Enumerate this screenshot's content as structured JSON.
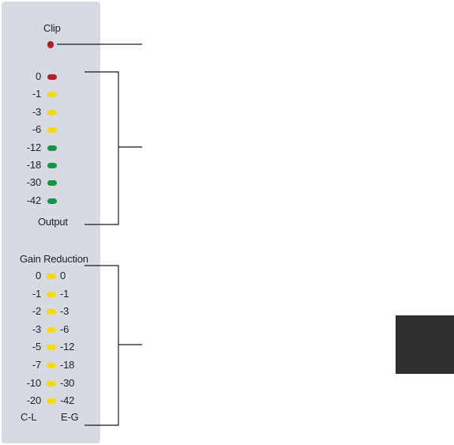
{
  "colors": {
    "panel": "#d6dbe3",
    "clip_red": "#b3202a",
    "amber": "#f7d90f",
    "green": "#159447",
    "line": "#1a1a1a",
    "tab": "#2f2f2f"
  },
  "clip": {
    "label": "Clip",
    "led": "red"
  },
  "output": {
    "label": "Output",
    "leds": [
      {
        "label": "0",
        "color": "red"
      },
      {
        "label": "-1",
        "color": "amber"
      },
      {
        "label": "-3",
        "color": "amber"
      },
      {
        "label": "-6",
        "color": "amber"
      },
      {
        "label": "-12",
        "color": "green"
      },
      {
        "label": "-18",
        "color": "green"
      },
      {
        "label": "-30",
        "color": "green"
      },
      {
        "label": "-42",
        "color": "green"
      }
    ]
  },
  "gain_reduction": {
    "label": "Gain  Reduction",
    "rows": [
      {
        "left": "0",
        "right": "0"
      },
      {
        "left": "-1",
        "right": "-1"
      },
      {
        "left": "-2",
        "right": "-3"
      },
      {
        "left": "-3",
        "right": "-6"
      },
      {
        "left": "-5",
        "right": "-12"
      },
      {
        "left": "-7",
        "right": "-18"
      },
      {
        "left": "-10",
        "right": "-30"
      },
      {
        "left": "-20",
        "right": "-42"
      }
    ],
    "footer_left": "C-L",
    "footer_right": "E-G"
  }
}
